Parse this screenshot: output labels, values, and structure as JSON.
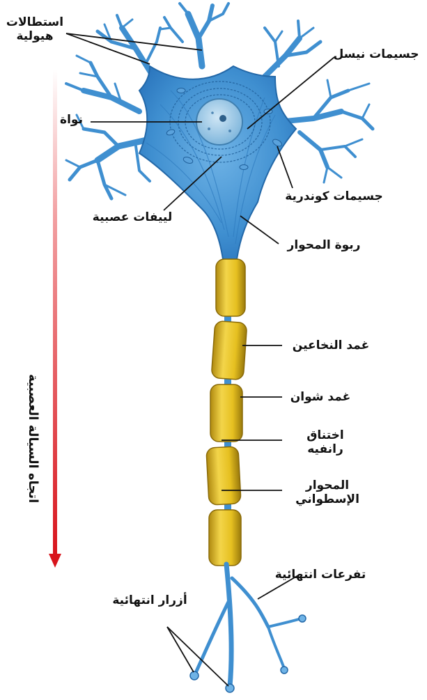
{
  "labels": {
    "dendrites": "استطالات\nهيولية",
    "nissl": "جسيمات نيسل",
    "nucleus": "نواة",
    "mitochondria": "جسيمات كوندرية",
    "neurofibrils": "لييفات عصبية",
    "axon_hillock": "ربوة المحوار",
    "myelin_sheath": "غمد النخاعين",
    "schwann_sheath": "غمد شوان",
    "ranvier_node": "اختناق\nرانفيه",
    "axon": "المحوار\nالإسطواني",
    "terminal_branches": "تفرعات انتهائية",
    "terminal_buttons": "أزرار انتهائية",
    "impulse_direction": "اتجاه السيالة العصبية"
  },
  "colors": {
    "neuron": "#3f8fd0",
    "neuron_dark": "#2368a8",
    "myelin": "#e6c020",
    "arrow": "#d8141c"
  }
}
